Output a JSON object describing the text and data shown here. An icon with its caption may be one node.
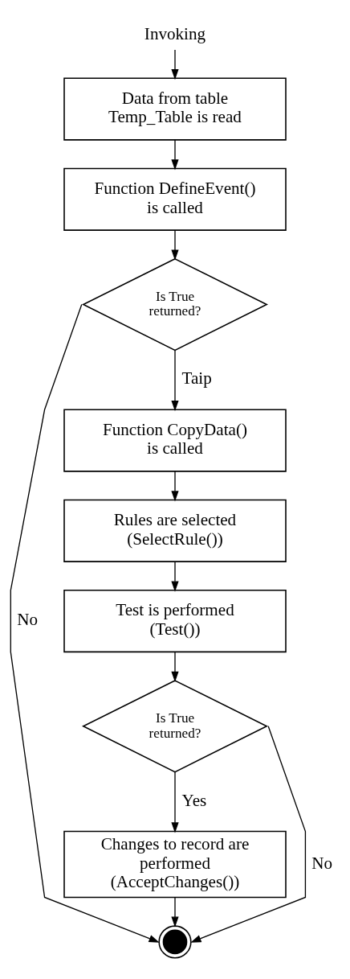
{
  "diagram": {
    "nodes": [
      {
        "text": [
          "Invoking"
        ]
      },
      {
        "text": [
          "Data from table Temp_Table is read"
        ]
      },
      {
        "text": [
          "Function DefineEvent() is called"
        ]
      },
      {
        "text": [
          "Is True returned?"
        ]
      },
      {
        "text": [
          "Function CopyData() is called"
        ]
      },
      {
        "text": [
          "Rules are selected (SelectRule())"
        ]
      },
      {
        "text": [
          "Test is performed (Test())"
        ]
      },
      {
        "text": [
          "Is True returned?"
        ]
      },
      {
        "text": [
          "Changes to record are performed (AcceptChanges())"
        ]
      },
      {
        "text": [],
        "shape": "circle"
      }
    ],
    "edges": [
      {
        "from": 0,
        "to": 1,
        "arrow": "to"
      },
      {
        "from": 1,
        "to": 2,
        "arrow": "to"
      },
      {
        "from": 2,
        "to": 3,
        "arrow": "to"
      },
      {
        "from": 3,
        "to": 4,
        "arrow": "to",
        "label": "Taip"
      },
      {
        "from": 3,
        "to": 9,
        "arrow": "to",
        "label": "No"
      },
      {
        "from": 4,
        "to": 5,
        "arrow": "to"
      },
      {
        "from": 5,
        "to": 6,
        "arrow": "to"
      },
      {
        "from": 6,
        "to": 7,
        "arrow": "to"
      },
      {
        "from": 7,
        "to": 8,
        "arrow": "to",
        "label": "Yes"
      },
      {
        "from": 7,
        "to": 9,
        "arrow": "to",
        "label": "No"
      },
      {
        "from": 8,
        "to": 9,
        "arrow": "to"
      }
    ]
  }
}
